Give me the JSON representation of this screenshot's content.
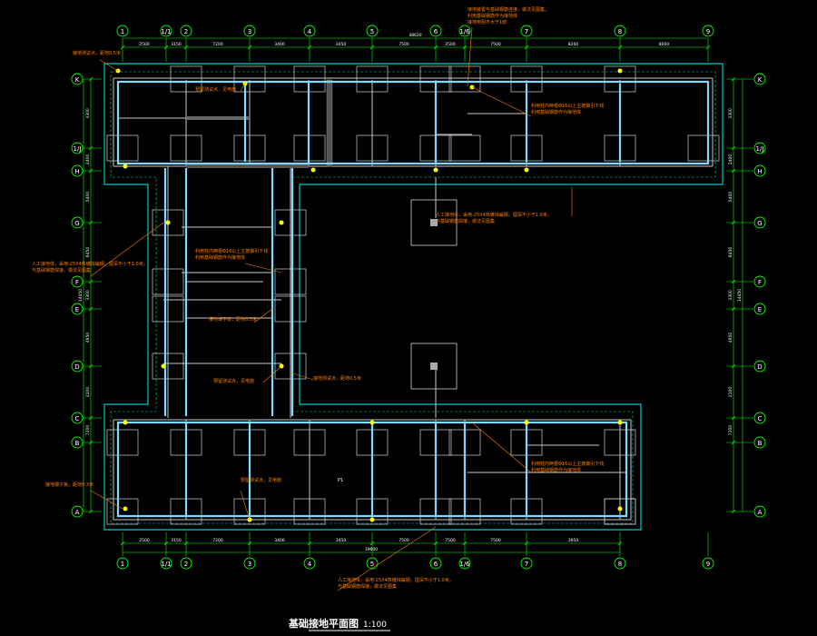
{
  "drawing": {
    "title": "基础接地平面图",
    "scale": "1:100",
    "colors": {
      "background": "#000000",
      "axis": "#00ff00",
      "dimension": "#ffffff",
      "outline": "#00c8c8",
      "wall": "#c8c8c8",
      "ground_bar": "#7fd8ff",
      "note": "#ff7f00",
      "electrode": "#ffff00"
    }
  },
  "axes": {
    "vertical": [
      "1",
      "1/1",
      "2",
      "3",
      "4",
      "5",
      "6",
      "1/6",
      "7",
      "8",
      "9"
    ],
    "horizontal": [
      "K",
      "1/J",
      "H",
      "G",
      "F",
      "E",
      "D",
      "C",
      "B",
      "A"
    ]
  },
  "dimensions": {
    "top_segments": [
      "2500",
      "3150",
      "7200",
      "3400",
      "3450",
      "7500",
      "2500",
      "7500",
      "8200",
      "8000"
    ],
    "top_total": "48620",
    "bottom_segments": [
      "2500",
      "3150",
      "7200",
      "3400",
      "3450",
      "7500",
      "7500",
      "7500",
      "3950"
    ],
    "bottom_total": "39600",
    "left_segments": [
      "3300",
      "2400",
      "5400",
      "6450",
      "3300",
      "4950",
      "2100",
      "7200"
    ],
    "left_total": "14450",
    "right_segments": [
      "3300",
      "2400",
      "5400",
      "6450",
      "3300",
      "4950",
      "2100",
      "7200"
    ],
    "right_total": "14450"
  },
  "notes": [
    "接地装置与基础钢筋连接，做法见图集，",
    "利用基础钢筋作为接地体",
    "接地电阻不大于1欧",
    "人工接地体，采用-25X4热镀锌扁钢，埋深不小于1.0米，",
    "与基础钢筋焊接，做法见图集",
    "利用柱内两根Φ16以上主筋做引下线",
    "接地测试点，距地0.5米",
    "预留测试点，见电施",
    "接地端子板，距地0.3米"
  ],
  "marks": [
    "P1"
  ]
}
